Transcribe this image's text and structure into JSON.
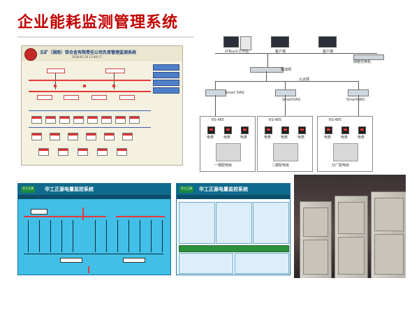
{
  "header": {
    "title": "企业能耗监测管理系统"
  },
  "scada": {
    "title": "五矿（湖南）铁合金有限责任公司负荷管理监测系统",
    "timestamp": "2018-01-10  13:46:17"
  },
  "network": {
    "workstation_label": "iXTouch工作站",
    "client1_label": "客户端",
    "client2_label": "客户端",
    "switch_label": "网络交换机",
    "hub_label": "集线网",
    "ethernet_label": "以太网",
    "daq1_label": "Smart DAQ",
    "daq2_label": "SmartDAQ",
    "daq3_label": "SmartDAQ",
    "bus1_label": "RS-485",
    "bus2_label": "RS-485",
    "bus3_label": "RS-485",
    "meter_labels": [
      "电表",
      "电表",
      "电表",
      "电表",
      "电表",
      "电表",
      "电表",
      "电表",
      "电表"
    ],
    "room1_label": "一楼配电房",
    "room2_label": "二楼配电房",
    "room3_label": "分厂配电房"
  },
  "monitor_left": {
    "logo_text": "华工正源",
    "title": "华工正源电量监控系统"
  },
  "monitor_right": {
    "logo_text": "华工正源",
    "title": "华工正源电量监控系统"
  },
  "colors": {
    "title_red": "#c00000",
    "scada_bg": "#f4f1e1",
    "monitor_blue": "#41bfe6",
    "bus_red": "#e53935"
  }
}
